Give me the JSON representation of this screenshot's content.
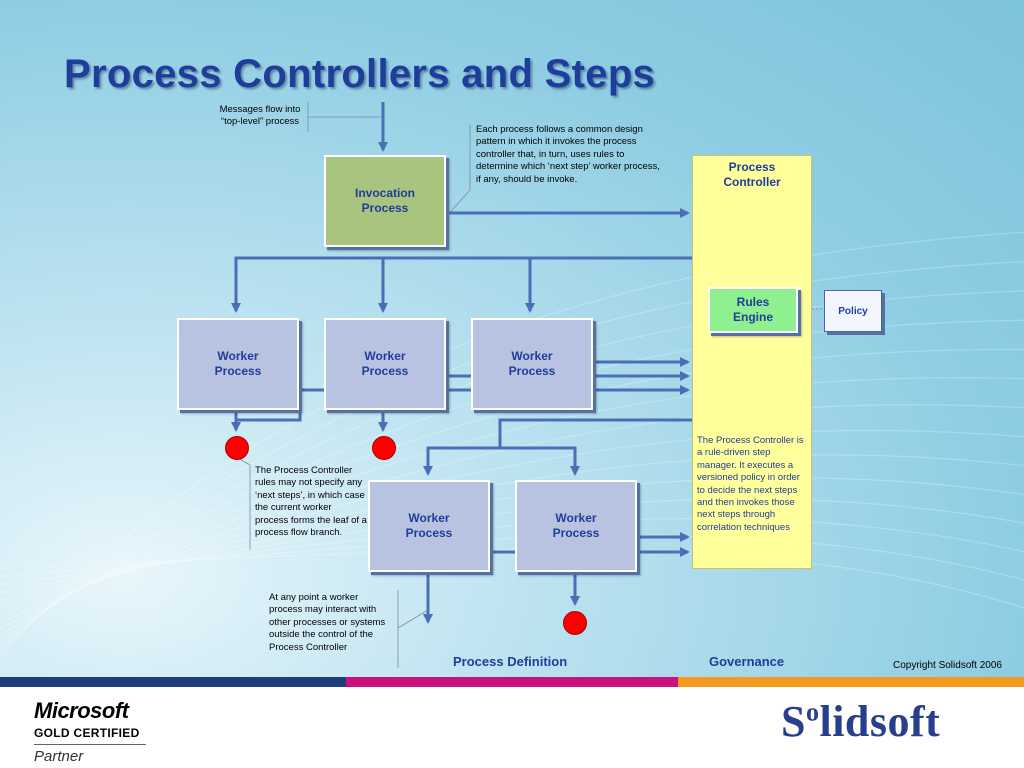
{
  "title": "Process Controllers and Steps",
  "boxes": {
    "invocation": "Invocation Process",
    "worker": "Worker Process",
    "rules_engine": "Rules Engine",
    "policy": "Policy"
  },
  "controller": {
    "title": "Process Controller",
    "note": "The Process Controller is a rule-driven step manager.  It executes a versioned policy in order to decide the next steps and then invokes those next steps through correlation techniques"
  },
  "notes": {
    "messages_flow": "Messages flow into “top-level” process",
    "common_pattern": "Each process follows a common design pattern in which it invokes the process controller that, in turn, uses rules to determine which ‘next step’ worker process, if any, should be invoke.",
    "no_next_steps": "The Process Controller rules may not specify any ‘next steps’, in which case the current worker process forms the leaf of a process flow branch.",
    "interaction": "At any point a worker process may interact with other processes or systems outside the control of the Process Controller"
  },
  "labels": {
    "process_definition": "Process Definition",
    "governance": "Governance"
  },
  "footer": {
    "copyright": "Copyright Solidsoft 2006",
    "ms_word": "Microsoft",
    "ms_gold": "GOLD CERTIFIED",
    "ms_partner": "Partner",
    "solidsoft_s": "S",
    "solidsoft_o": "o",
    "solidsoft_rest": "lidsoft"
  },
  "colors": {
    "title": "#1f3d9a",
    "arrow": "#4a6fb5",
    "controller_fill": "#ffff9c",
    "worker_fill": "#b7c3e0",
    "invocation_fill": "#a9c47f",
    "rules_fill": "#8ef08e",
    "end_dot": "#ff0000",
    "bar_blue": "#1f3d7a",
    "bar_magenta": "#c8127e",
    "bar_orange": "#f39a1e"
  }
}
